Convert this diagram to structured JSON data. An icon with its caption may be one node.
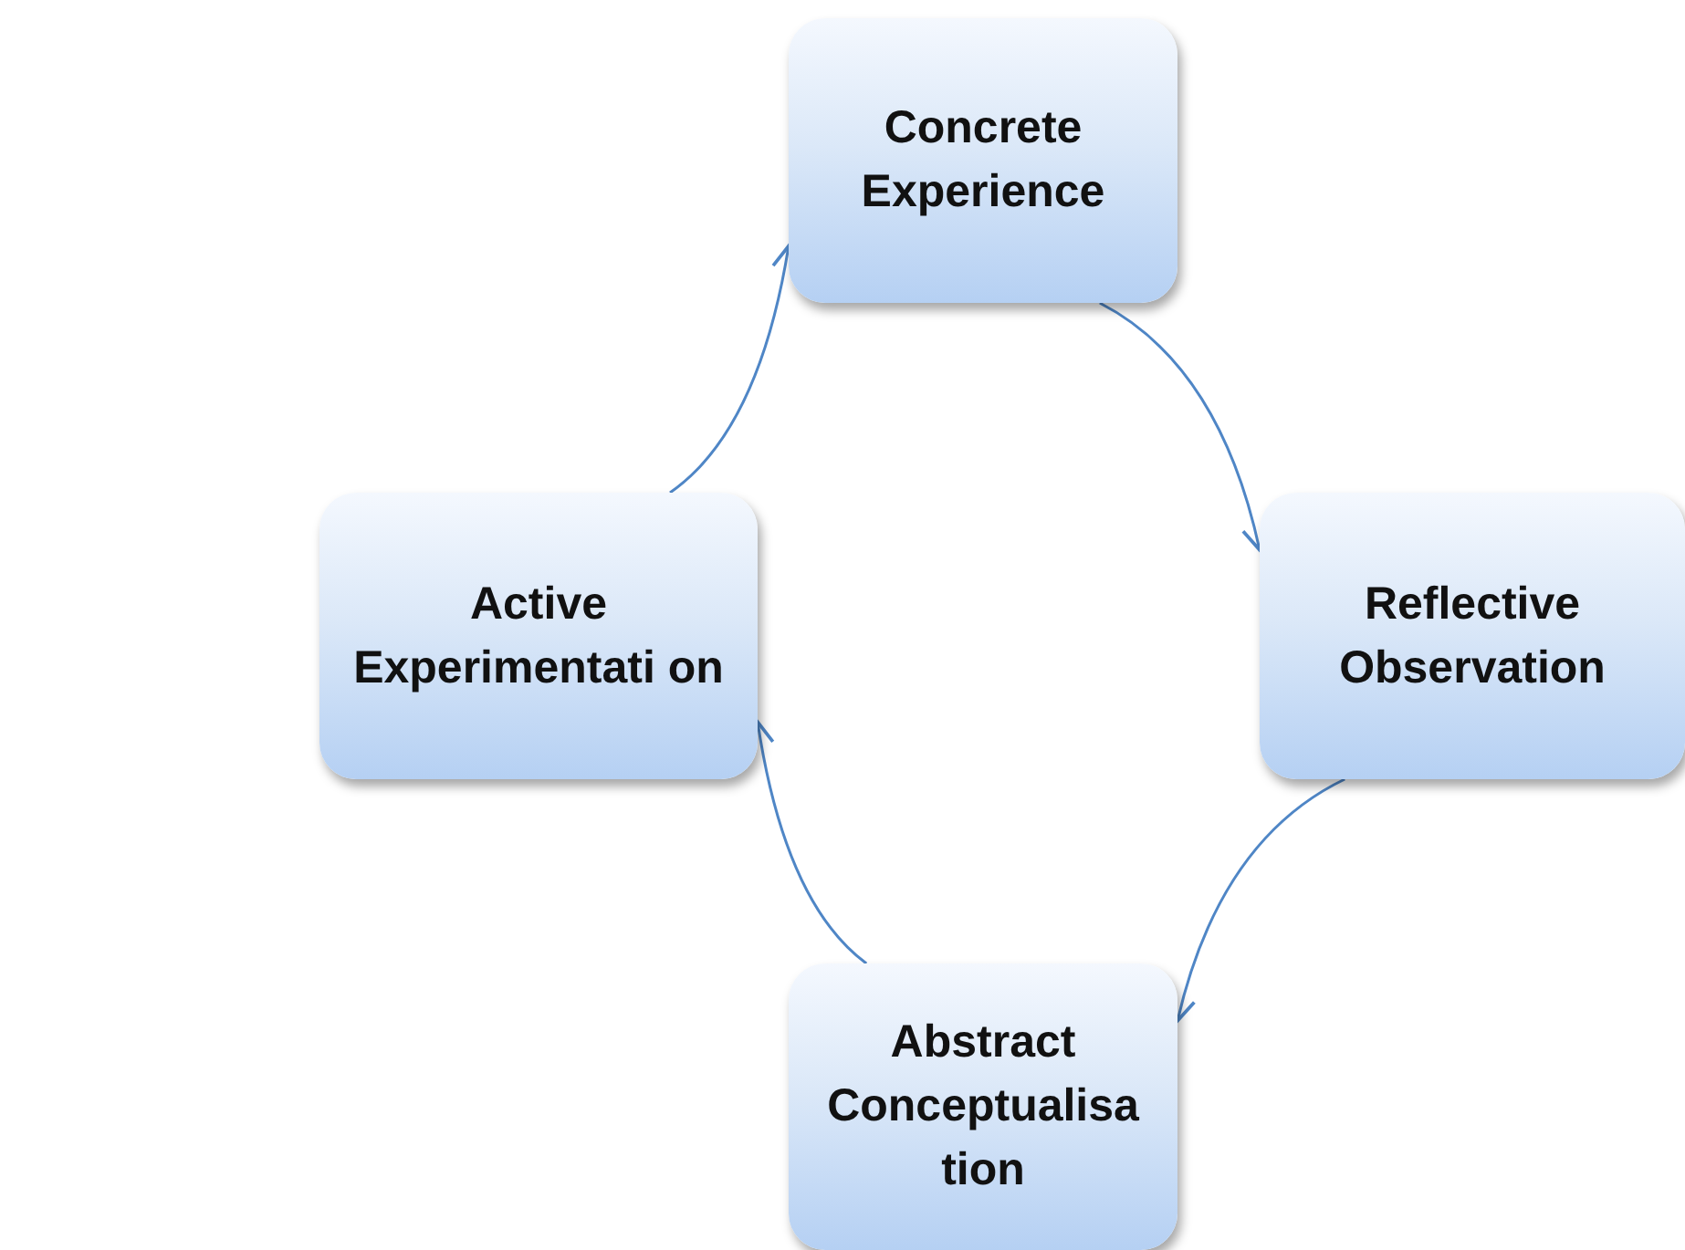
{
  "diagram": {
    "nodes": [
      {
        "text": [
          "Concrete Experience"
        ]
      },
      {
        "text": [
          "Reflective Observation"
        ]
      },
      {
        "text": [
          "Abstract Conceptualisa tion"
        ]
      },
      {
        "text": [
          "Active Experimentati on"
        ]
      }
    ],
    "edges": [
      {
        "from": 0,
        "to": 1,
        "arrow": "to"
      },
      {
        "from": 1,
        "to": 2,
        "arrow": "to"
      },
      {
        "from": 2,
        "to": 3,
        "arrow": "to"
      },
      {
        "from": 3,
        "to": 0,
        "arrow": "to"
      }
    ]
  }
}
